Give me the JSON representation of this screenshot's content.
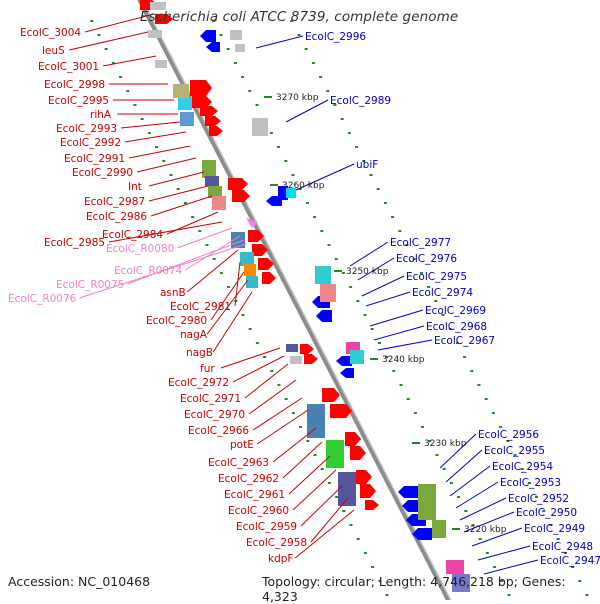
{
  "title": "Escherichia coli ATCC 8739, complete genome",
  "footer": {
    "accession": "Accession: NC_010468",
    "topology": "Topology: circular; Length: 4,746,218 bp; Genes: 4,323"
  },
  "colors": {
    "forward_gene": "#ff0000",
    "reverse_gene": "#0000ff",
    "rna_gene": "#ee82ee",
    "backbone": "#999999",
    "dot": "#228b22",
    "label_forward": "#cc0000",
    "label_reverse": "#0000cc",
    "label_rna": "#ee82c8"
  },
  "ticks": [
    "3270 kbp",
    "3260 kbp",
    "3250 kbp",
    "3240 kbp",
    "3230 kbp",
    "3220 kbp"
  ],
  "left_labels": [
    "EcolC_3004",
    "leuS",
    "EcolC_3001",
    "EcolC_2998",
    "EcolC_2995",
    "rihA",
    "EcolC_2993",
    "EcolC_2992",
    "EcolC_2991",
    "EcolC_2990",
    "Int",
    "EcolC_2987",
    "EcolC_2986",
    "EcolC_2984",
    "EcolC_2985",
    "EcolC_R0080",
    "EcolC_R0074",
    "EcolC_R0075",
    "EcolC_R0076",
    "asnB",
    "EcolC_2981",
    "EcolC_2980",
    "nagA",
    "nagB",
    "fur",
    "EcolC_2972",
    "EcolC_2971",
    "EcolC_2970",
    "EcolC_2966",
    "potE",
    "EcolC_2963",
    "EcolC_2962",
    "EcolC_2961",
    "EcolC_2960",
    "EcolC_2959",
    "EcolC_2958",
    "kdpF"
  ],
  "right_labels": [
    "EcolC_2996",
    "EcolC_2989",
    "ubiF",
    "EcolC_2977",
    "EcolC_2976",
    "EcolC_2975",
    "EcolC_2974",
    "EcolC_2969",
    "EcolC_2968",
    "EcolC_2967",
    "EcolC_2956",
    "EcolC_2955",
    "EcolC_2954",
    "EcolC_2953",
    "EcolC_2952",
    "EcolC_2950",
    "EcolC_2949",
    "EcolC_2948",
    "EcolC_2947"
  ]
}
